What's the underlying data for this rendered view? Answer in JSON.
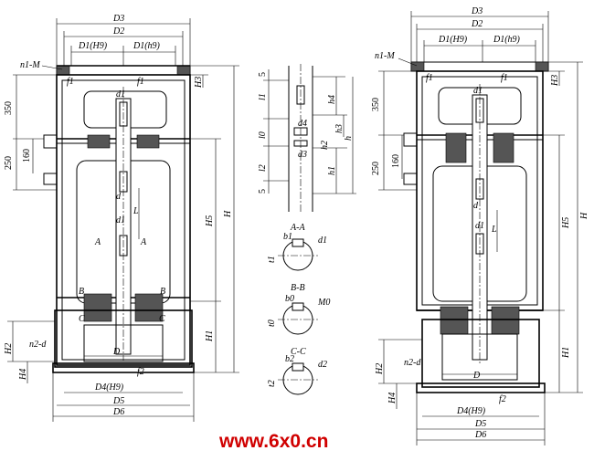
{
  "left_view": {
    "dims_top": [
      "D3",
      "D2",
      "D1(H9)",
      "D1(h9)"
    ],
    "n1_label": "n1-M",
    "f1_label": "f1",
    "h3_label": "H3",
    "v350": "350",
    "v250": "250",
    "v160": "160",
    "d1_label": "d1",
    "d_label": "d",
    "L_label": "L",
    "A_left": "A",
    "A_right": "A",
    "B_left": "B",
    "B_right": "B",
    "C_left": "C",
    "C_right": "C",
    "H5_label": "H5",
    "H_label": "H",
    "H1_label": "H1",
    "H2_label": "H2",
    "H4_label": "H4",
    "n2_label": "n2-d",
    "D_label": "D",
    "f2_label": "f2",
    "D4_label": "D4(H9)",
    "D5_label": "D5",
    "D6_label": "D6"
  },
  "middle_view": {
    "v5_top": "5",
    "v5_bottom": "5",
    "l1": "l1",
    "l2": "l2",
    "l0": "l0",
    "h4": "h4",
    "h3": "h3",
    "h2": "h2",
    "h1": "h1",
    "h": "h",
    "d4": "d4",
    "d3": "d3",
    "sec_aa": "A-A",
    "sec_bb": "B-B",
    "sec_cc": "C-C",
    "b1": "b1",
    "d1": "d1",
    "t1": "t1",
    "b0": "b0",
    "M0": "M0",
    "t0": "t0",
    "b2": "b2",
    "d2": "d2",
    "t2": "t2"
  },
  "right_view": {
    "dims_top": [
      "D3",
      "D2",
      "D1(H9)",
      "D1(h9)"
    ],
    "n1_label": "n1-M",
    "f1_label": "f1",
    "h3_label": "H3",
    "v350": "350",
    "v250": "250",
    "v160": "160",
    "d1_label": "d1",
    "d_label": "d",
    "L_label": "L",
    "H5_label": "H5",
    "H_label": "H",
    "H1_label": "H1",
    "H2_label": "H2",
    "H4_label": "H4",
    "n2_label": "n2-d",
    "D_label": "D",
    "f2_label": "f2",
    "D4_label": "D4(H9)",
    "D5_label": "D5",
    "D6_label": "D6"
  },
  "watermark": "www.6x0.cn"
}
